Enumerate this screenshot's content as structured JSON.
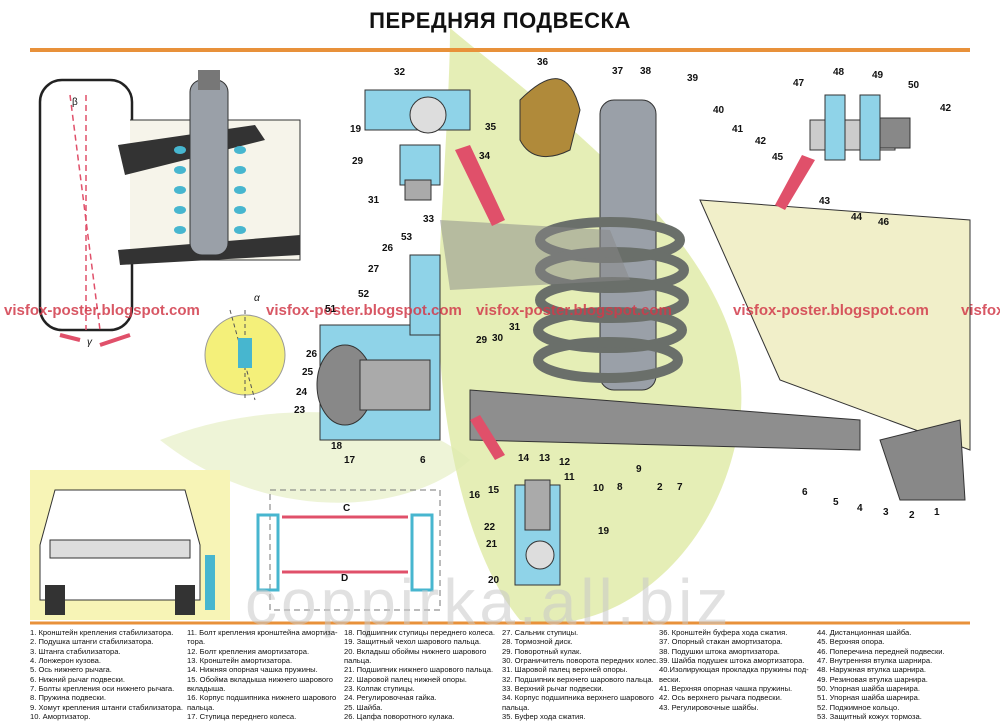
{
  "title": "ПЕРЕДНЯЯ ПОДВЕСКА",
  "watermark": "visfox-poster.blogspot.com",
  "copyright": "coppirka.all.biz",
  "colors": {
    "accent_rule": "#e8913a",
    "watermark": "#d23a4a",
    "pointer": "#e0506a",
    "highlight": "#cfe07a",
    "cutaway": "#8fd3e8"
  },
  "diagram_letters": {
    "beta": "β",
    "alpha": "α",
    "gamma": "γ",
    "c": "C",
    "d": "D"
  },
  "callouts": [
    {
      "id": "c32",
      "text": "32"
    },
    {
      "id": "c36",
      "text": "36"
    },
    {
      "id": "c37",
      "text": "37"
    },
    {
      "id": "c38",
      "text": "38"
    },
    {
      "id": "c39",
      "text": "39"
    },
    {
      "id": "c48",
      "text": "48"
    },
    {
      "id": "c49",
      "text": "49"
    },
    {
      "id": "c47",
      "text": "47"
    },
    {
      "id": "c50",
      "text": "50"
    },
    {
      "id": "c42a",
      "text": "42"
    },
    {
      "id": "c40",
      "text": "40"
    },
    {
      "id": "c41",
      "text": "41"
    },
    {
      "id": "c42b",
      "text": "42"
    },
    {
      "id": "c45",
      "text": "45"
    },
    {
      "id": "c35",
      "text": "35"
    },
    {
      "id": "c19a",
      "text": "19"
    },
    {
      "id": "c29a",
      "text": "29"
    },
    {
      "id": "c34",
      "text": "34"
    },
    {
      "id": "c31a",
      "text": "31"
    },
    {
      "id": "c33",
      "text": "33"
    },
    {
      "id": "c43",
      "text": "43"
    },
    {
      "id": "c44",
      "text": "44"
    },
    {
      "id": "c46",
      "text": "46"
    },
    {
      "id": "c26a",
      "text": "26"
    },
    {
      "id": "c53",
      "text": "53"
    },
    {
      "id": "c27",
      "text": "27"
    },
    {
      "id": "c52",
      "text": "52"
    },
    {
      "id": "c51",
      "text": "51"
    },
    {
      "id": "c31b",
      "text": "31"
    },
    {
      "id": "c29b",
      "text": "29"
    },
    {
      "id": "c30",
      "text": "30"
    },
    {
      "id": "c26b",
      "text": "26"
    },
    {
      "id": "c25",
      "text": "25"
    },
    {
      "id": "c24",
      "text": "24"
    },
    {
      "id": "c23",
      "text": "23"
    },
    {
      "id": "c18",
      "text": "18"
    },
    {
      "id": "c17",
      "text": "17"
    },
    {
      "id": "c6a",
      "text": "6"
    },
    {
      "id": "c16",
      "text": "16"
    },
    {
      "id": "c15",
      "text": "15"
    },
    {
      "id": "c14",
      "text": "14"
    },
    {
      "id": "c13",
      "text": "13"
    },
    {
      "id": "c12",
      "text": "12"
    },
    {
      "id": "c11",
      "text": "11"
    },
    {
      "id": "c10",
      "text": "10"
    },
    {
      "id": "c8",
      "text": "8"
    },
    {
      "id": "c9",
      "text": "9"
    },
    {
      "id": "c2a",
      "text": "2"
    },
    {
      "id": "c7",
      "text": "7"
    },
    {
      "id": "c6b",
      "text": "6"
    },
    {
      "id": "c5",
      "text": "5"
    },
    {
      "id": "c4",
      "text": "4"
    },
    {
      "id": "c3",
      "text": "3"
    },
    {
      "id": "c2b",
      "text": "2"
    },
    {
      "id": "c1",
      "text": "1"
    },
    {
      "id": "c22",
      "text": "22"
    },
    {
      "id": "c19b",
      "text": "19"
    },
    {
      "id": "c21",
      "text": "21"
    },
    {
      "id": "c20",
      "text": "20"
    }
  ],
  "legend": [
    [
      "1. Кронштейн крепления стабилизатора.",
      "2. Подушка штанги стабилизатора.",
      "3. Штанга стабилизатора.",
      "4. Лонжерон кузова.",
      "5. Ось нижнего рычага.",
      "6. Нижний рычаг подвески.",
      "7. Болты крепления оси нижнего рычага.",
      "8. Пружина подвески.",
      "9. Хомут крепления штанги стабилизатора.",
      "10. Амортизатор."
    ],
    [
      "11. Болт крепления кронштейна амортиза-тора.",
      "12. Болт крепления амортизатора.",
      "13. Кронштейн амортизатора.",
      "14. Нижняя опорная чашка пружины.",
      "15. Обойма вкладыша нижнего шарового вкладыша.",
      "16. Корпус подшипника нижнего шарового пальца.",
      "17. Ступица переднего колеса."
    ],
    [
      "18. Подшипник ступицы переднего колеса.",
      "19. Защитный чехол шарового пальца.",
      "20. Вкладыш обоймы нижнего шарового пальца.",
      "21. Подшипник нижнего шарового пальца.",
      "22. Шаровой палец нижней опоры.",
      "23. Колпак ступицы.",
      "24. Регулировочная гайка.",
      "25. Шайба.",
      "26. Цапфа поворотного кулака."
    ],
    [
      "27. Сальник ступицы.",
      "28. Тормозной диск.",
      "29. Поворотный кулак.",
      "30. Ограничитель поворота передних колес.",
      "31. Шаровой палец верхней опоры.",
      "32. Подшипник верхнего шарового пальца.",
      "33. Верхний рычаг подвески.",
      "34. Корпус подшипника верхнего шарового пальца.",
      "35. Буфер хода сжатия."
    ],
    [
      "36. Кронштейн буфера хода сжатия.",
      "37. Опорный стакан амортизатора.",
      "38. Подушки штока амортизатора.",
      "39. Шайба подушек штока амортизатора.",
      "40.Изолирующая прокладка пружины под-вески.",
      "41. Верхняя опорная чашка пружины.",
      "42. Ось верхнего рычага подвески.",
      "43. Регулировочные шайбы."
    ],
    [
      "44. Дистанционная шайба.",
      "45. Верхняя опора.",
      "46. Поперечина передней подвески.",
      "47. Внутренняя втулка шарнира.",
      "48. Наружная втулка шарнира.",
      "49. Резиновая втулка шарнира.",
      "50. Упорная шайба шарнира.",
      "51. Упорная шайба шарнира.",
      "52. Поджимное кольцо.",
      "53. Защитный кожух тормоза."
    ]
  ]
}
